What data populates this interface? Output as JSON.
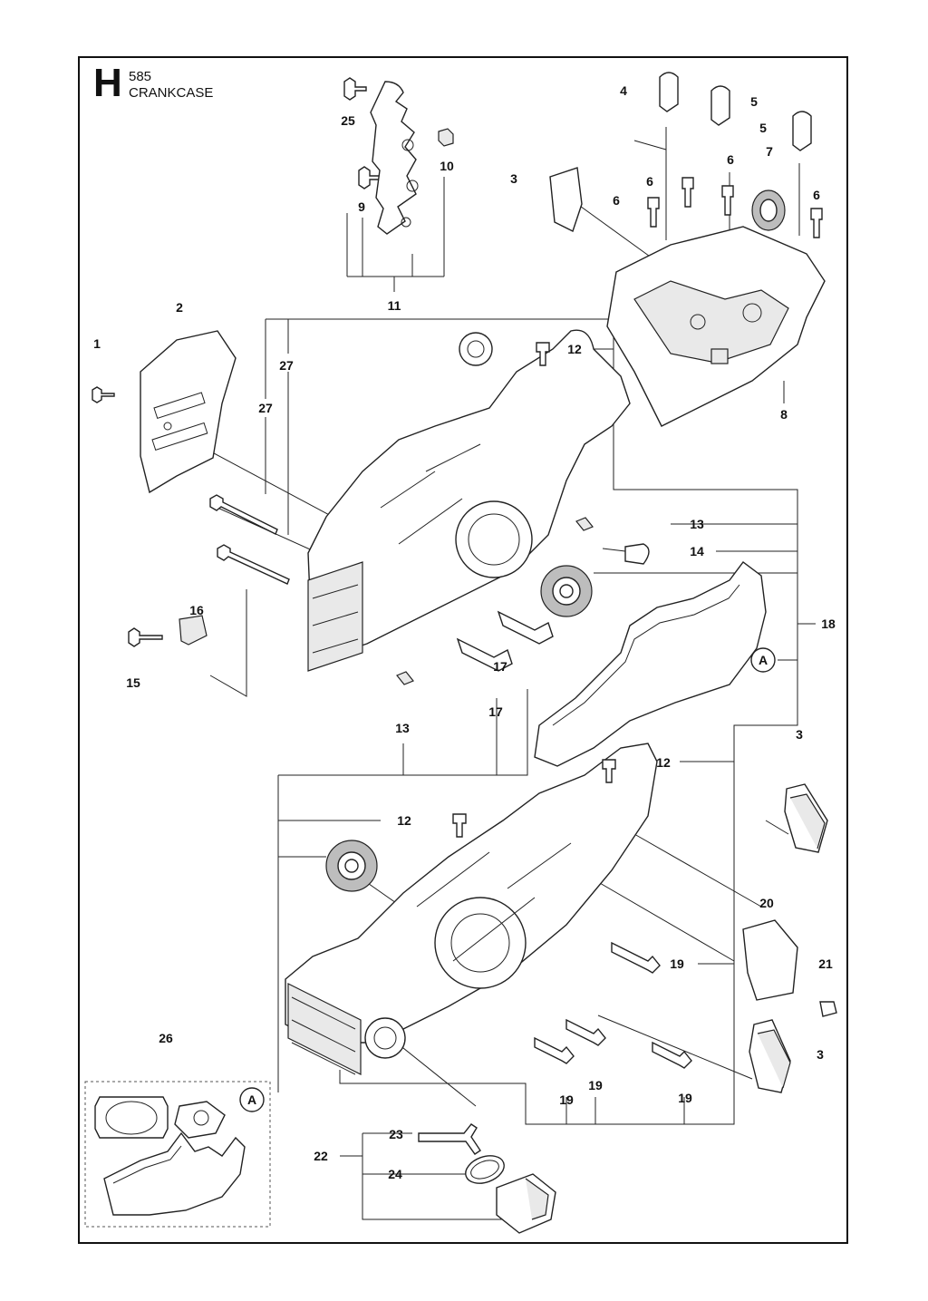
{
  "header": {
    "section_letter": "H",
    "model": "585",
    "title": "CRANKCASE"
  },
  "callouts": [
    {
      "id": "c1",
      "text": "1"
    },
    {
      "id": "c2",
      "text": "2"
    },
    {
      "id": "c3a",
      "text": "3"
    },
    {
      "id": "c3b",
      "text": "3"
    },
    {
      "id": "c3c",
      "text": "3"
    },
    {
      "id": "c4",
      "text": "4"
    },
    {
      "id": "c5a",
      "text": "5"
    },
    {
      "id": "c5b",
      "text": "5"
    },
    {
      "id": "c6a",
      "text": "6"
    },
    {
      "id": "c6b",
      "text": "6"
    },
    {
      "id": "c6c",
      "text": "6"
    },
    {
      "id": "c6d",
      "text": "6"
    },
    {
      "id": "c7",
      "text": "7"
    },
    {
      "id": "c8",
      "text": "8"
    },
    {
      "id": "c9",
      "text": "9"
    },
    {
      "id": "c10",
      "text": "10"
    },
    {
      "id": "c11",
      "text": "11"
    },
    {
      "id": "c12a",
      "text": "12"
    },
    {
      "id": "c12b",
      "text": "12"
    },
    {
      "id": "c12c",
      "text": "12"
    },
    {
      "id": "c13a",
      "text": "13"
    },
    {
      "id": "c13b",
      "text": "13"
    },
    {
      "id": "c14",
      "text": "14"
    },
    {
      "id": "c15",
      "text": "15"
    },
    {
      "id": "c16",
      "text": "16"
    },
    {
      "id": "c17a",
      "text": "17"
    },
    {
      "id": "c17b",
      "text": "17"
    },
    {
      "id": "c18",
      "text": "18"
    },
    {
      "id": "c19a",
      "text": "19"
    },
    {
      "id": "c19b",
      "text": "19"
    },
    {
      "id": "c19c",
      "text": "19"
    },
    {
      "id": "c19d",
      "text": "19"
    },
    {
      "id": "c20",
      "text": "20"
    },
    {
      "id": "c21",
      "text": "21"
    },
    {
      "id": "c22",
      "text": "22"
    },
    {
      "id": "c23",
      "text": "23"
    },
    {
      "id": "c24",
      "text": "24"
    },
    {
      "id": "c25",
      "text": "25"
    },
    {
      "id": "c26",
      "text": "26"
    },
    {
      "id": "c27a",
      "text": "27"
    },
    {
      "id": "c27b",
      "text": "27"
    }
  ],
  "reference_marker": "A"
}
